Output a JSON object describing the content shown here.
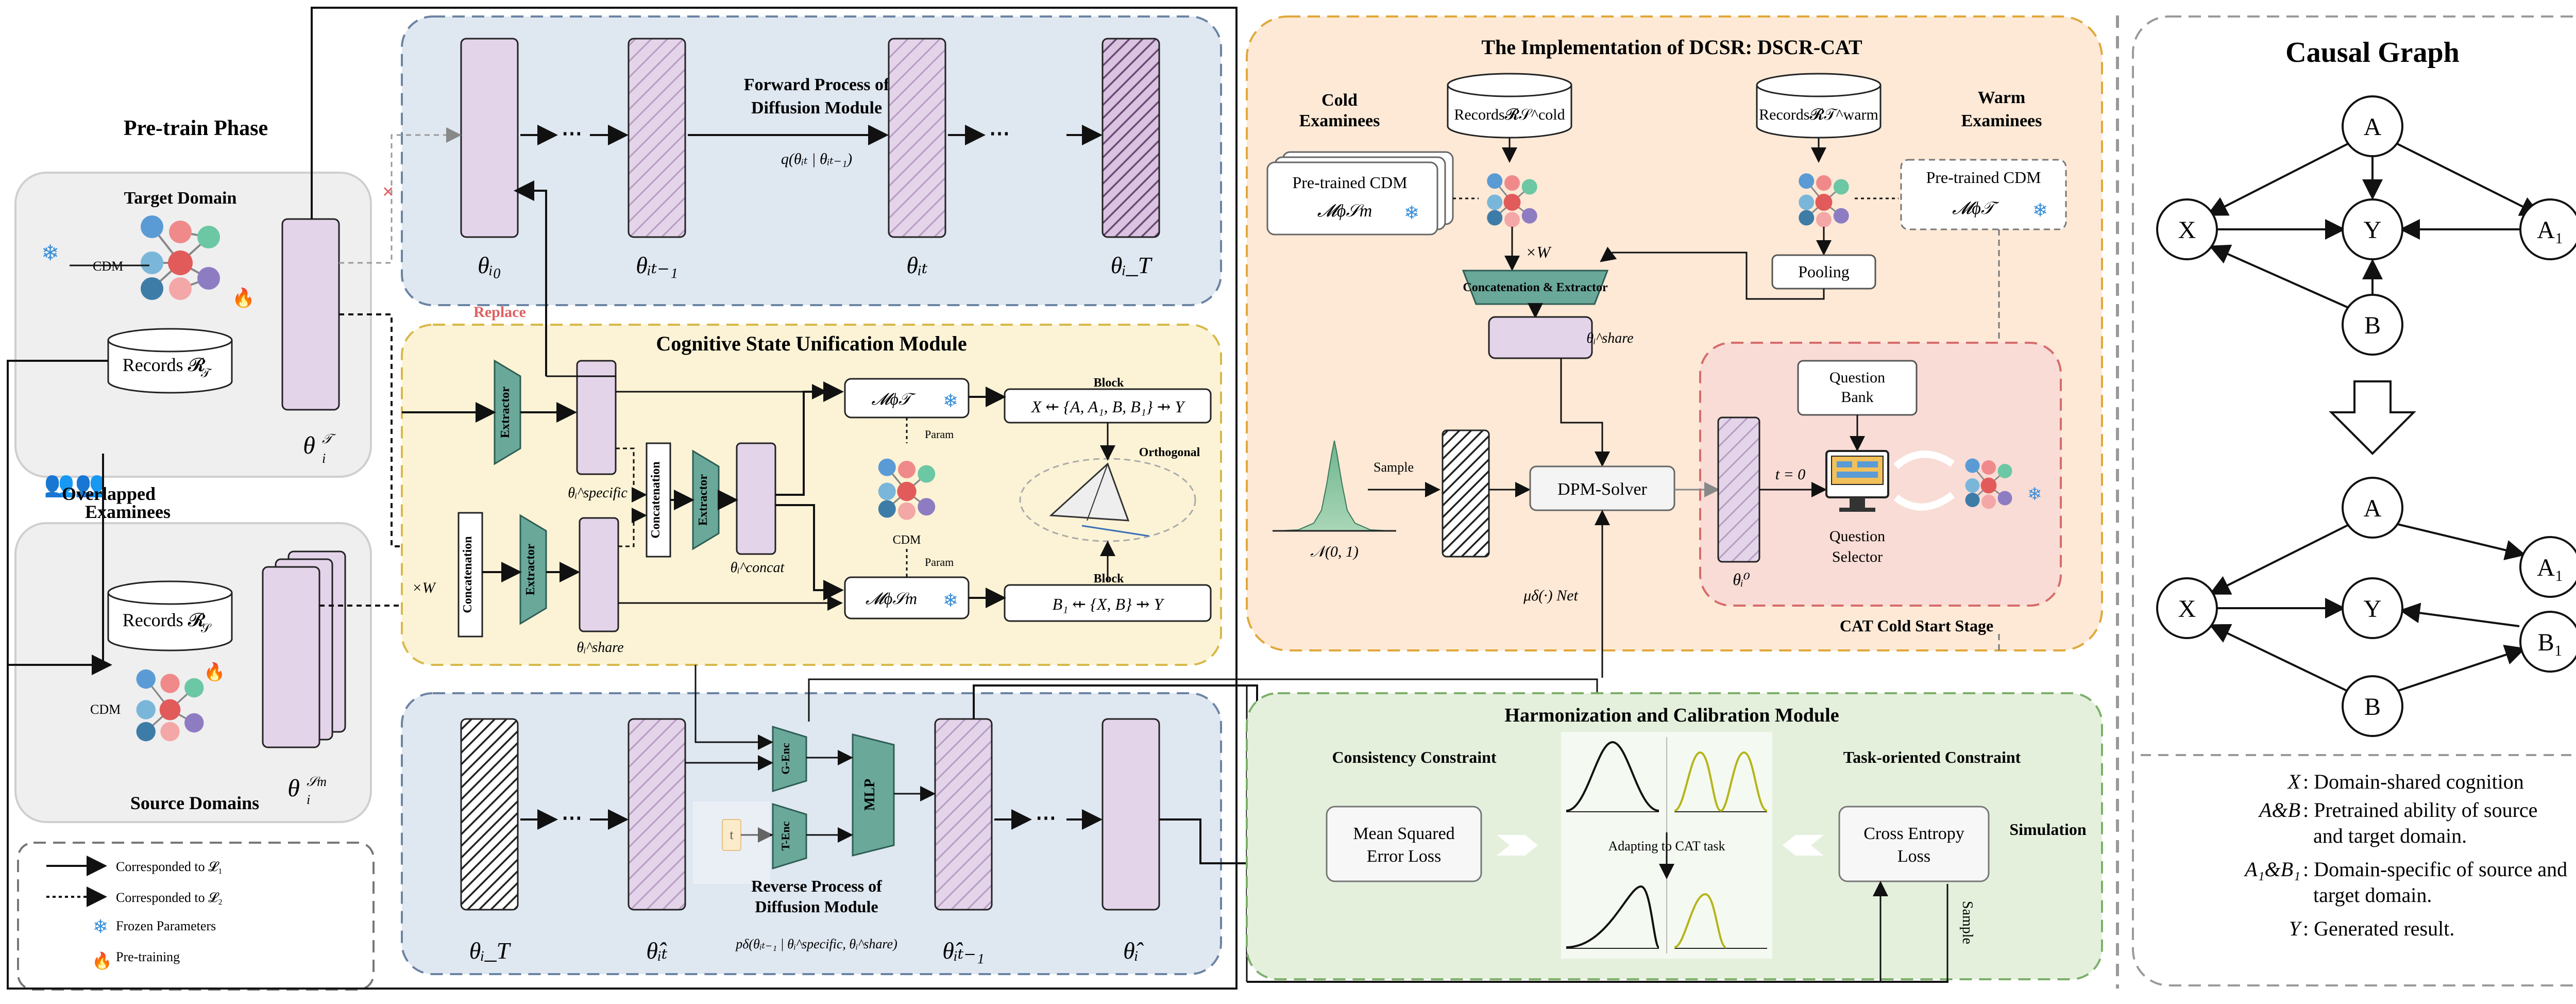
{
  "pretrain": {
    "title": "Pre-train Phase",
    "target_domain": "Target Domain",
    "cdm": "CDM",
    "records_target": "Records 𝓡",
    "records_target_sub": "𝒯",
    "overlapped_1": "Overlapped",
    "overlapped_2": "Examinees",
    "records_source": "Records 𝓡",
    "records_source_sub": "𝒮",
    "source_domains": "Source Domains",
    "theta_target": "θ",
    "theta_source": "θ"
  },
  "legend": {
    "l1": "Corresponded to  𝓛₁",
    "l2": "Corresponded to  𝓛₂",
    "frozen": "Frozen Parameters",
    "pretraining": "Pre-training"
  },
  "forward": {
    "title_1": "Forward Process of",
    "title_2": "Diffusion Module",
    "formula": "q(θᵢₜ | θᵢₜ₋₁)",
    "labels": [
      "θᵢ₀",
      "θᵢₜ₋₁",
      "θᵢₜ",
      "θᵢ_T"
    ],
    "dots": "⋯"
  },
  "replace": "Replace",
  "csu": {
    "title": "Cognitive State Unification Module",
    "extractor": "Extractor",
    "concatenation": "Concatenation",
    "theta_specific": "θᵢ^specific",
    "theta_share": "θᵢ^share",
    "theta_concat": "θᵢ^concat",
    "m_target": "𝓜ϕ𝒯",
    "m_source": "𝓜ϕ𝒮m",
    "param": "Param",
    "cdm": "CDM",
    "block": "Block",
    "block1_formula": "X ⇷ {A, A₁, B, B₁} ⇸ Y",
    "block2_formula": "B₁ ⇷ {X, B} ⇸ Y",
    "orthogonal": "Orthogonal",
    "xw": "×W"
  },
  "reverse": {
    "title_1": "Reverse Process of",
    "title_2": "Diffusion Module",
    "formula": "pδ(θᵢₜ₋₁ | θᵢ^specific, θᵢ^share)",
    "g_enc": "G-Enc",
    "t_enc": "T-Enc",
    "t": "t",
    "mlp": "MLP",
    "labels": [
      "θᵢ_T",
      "θ̂ᵢₜ",
      "θ̂ᵢₜ₋₁",
      "θ̂ᵢ"
    ],
    "dots": "⋯"
  },
  "impl": {
    "title": "The Implementation of DCSR: DSCR-CAT",
    "cold_1": "Cold",
    "cold_2": "Examinees",
    "warm_1": "Warm",
    "warm_2": "Examinees",
    "records_cold": "Records𝓡𝒮^cold",
    "records_warm": "Records𝓡𝒯^warm",
    "pretrained_cdm": "Pre-trained CDM",
    "m_source": "𝓜ϕ𝒮m",
    "m_target": "𝓜ϕ𝒯",
    "xw": "×W",
    "pooling": "Pooling",
    "concat_extractor": "Concatenation & Extractor",
    "theta_share": "θᵢ^share",
    "sample": "Sample",
    "normal": "𝒩(0, 1)",
    "dpm_solver": "DPM-Solver",
    "mu_net": "μδ(·) Net",
    "question_bank_1": "Question",
    "question_bank_2": "Bank",
    "question_selector_1": "Question",
    "question_selector_2": "Selector",
    "t0": "t = 0",
    "theta0": "θᵢ⁰",
    "cat_stage": "CAT Cold Start Stage"
  },
  "harm": {
    "title": "Harmonization and Calibration Module",
    "consistency": "Consistency Constraint",
    "task": "Task-oriented Constraint",
    "mse_1": "Mean Squared",
    "mse_2": "Error Loss",
    "ce_1": "Cross Entropy",
    "ce_2": "Loss",
    "adapting": "Adapting to CAT task",
    "simulation": "Simulation",
    "sample": "Sample"
  },
  "causal": {
    "title": "Causal Graph",
    "nodes": {
      "A": "A",
      "X": "X",
      "Y": "Y",
      "A1": "A₁",
      "B": "B",
      "B1": "B₁"
    },
    "legend": [
      {
        "sym": "X",
        "text": ": Domain-shared cognition"
      },
      {
        "sym": "A&B",
        "text": ": Pretrained ability of source"
      },
      {
        "sym": "",
        "text": "and target domain."
      },
      {
        "sym": "A₁&B₁",
        "text": ": Domain-specific of source and"
      },
      {
        "sym": "",
        "text": "target domain."
      },
      {
        "sym": "Y",
        "text": ": Generated result."
      }
    ]
  },
  "colors": {
    "forward_bg": "#dfe7f1",
    "csu_bg": "#fcf3d6",
    "impl_bg": "#fde9d6",
    "harm_bg": "#e4f0dc",
    "cat_bg": "#f9dcd6",
    "purple_fill": "#e4d4ea",
    "teal": "#6aa89a"
  }
}
